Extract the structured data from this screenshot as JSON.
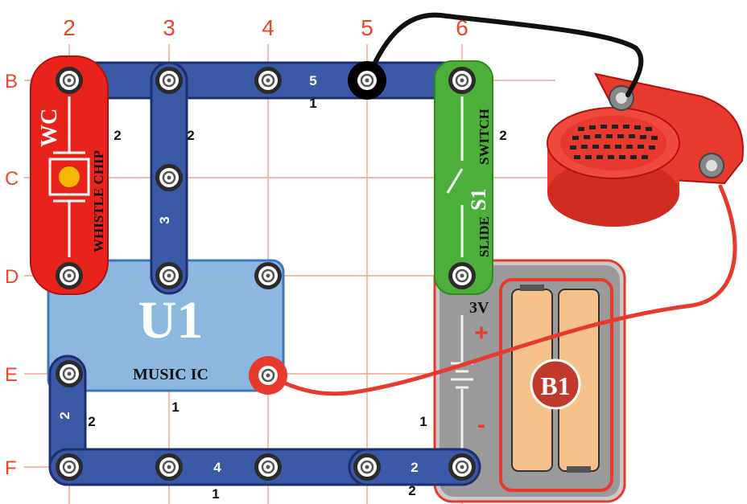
{
  "grid": {
    "columns": [
      "2",
      "3",
      "4",
      "5",
      "6"
    ],
    "rows": [
      "B",
      "C",
      "D",
      "E",
      "F"
    ]
  },
  "wires": {
    "top": "5",
    "vertical_left": "3",
    "lower_left": "2",
    "bottom_left": "4",
    "bottom_right": "2"
  },
  "levels": {
    "top_wire": "1",
    "whistle": "2",
    "vertical_3": "2",
    "switch": "2",
    "music_ic": "1",
    "lower_left_2": "2",
    "bottom_4": "1",
    "bottom_2": "2",
    "battery": "1"
  },
  "parts": {
    "whistle": {
      "id": "WC",
      "name": "WHISTLE CHIP",
      "color": "#e8231c"
    },
    "switch": {
      "id": "S1",
      "name_top": "SWITCH",
      "name_bottom": "SLIDE",
      "color": "#4caf3a"
    },
    "music_ic": {
      "id": "U1",
      "name": "MUSIC IC",
      "color": "#8cb8e0"
    },
    "battery": {
      "id": "B1",
      "voltage": "3V",
      "plus": "+",
      "minus": "-",
      "color": "#888888"
    },
    "speaker": {
      "color": "#e8392e"
    }
  }
}
